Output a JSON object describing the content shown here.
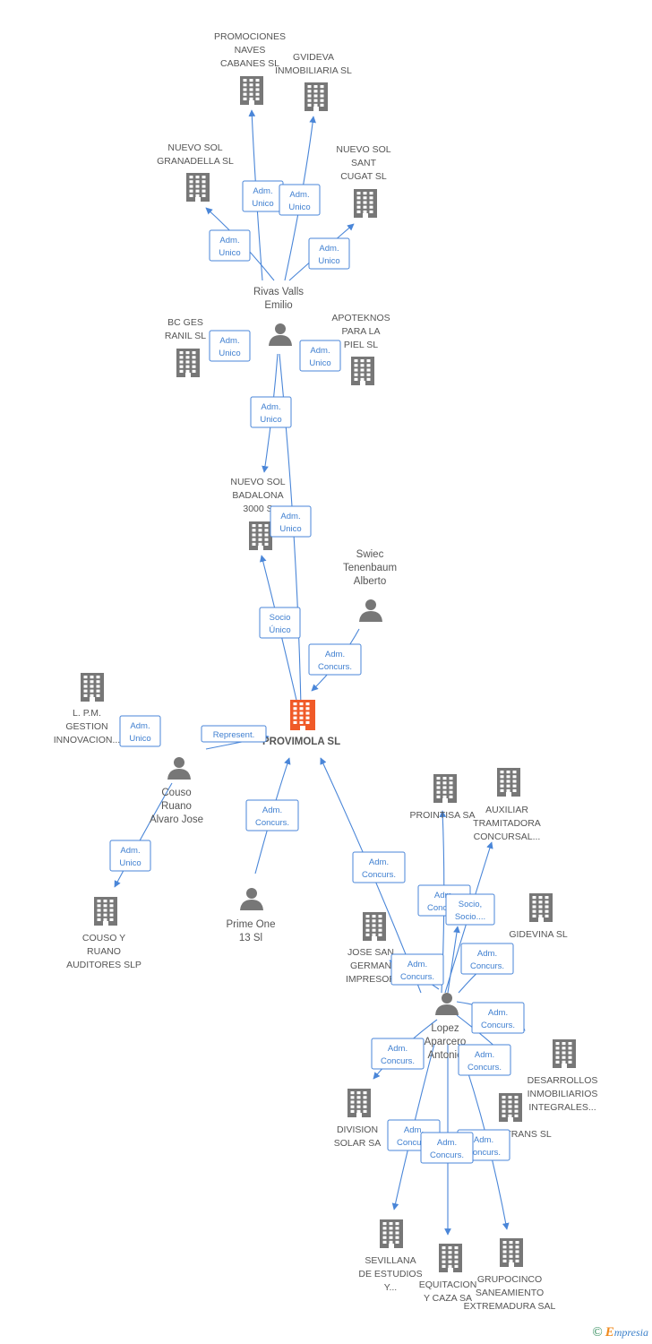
{
  "colors": {
    "edge": "#4a86d8",
    "building": "#777777",
    "main_building": "#f05a28",
    "text": "#555555"
  },
  "main_company": {
    "label": "PROVIMOLA SL"
  },
  "companies": [
    {
      "id": "promociones",
      "lines": [
        "PROMOCIONES",
        "NAVES",
        "CABANES SL"
      ]
    },
    {
      "id": "gvideva",
      "lines": [
        "GVIDEVA",
        "INMOBILIARIA SL"
      ]
    },
    {
      "id": "nuevosol_granadella",
      "lines": [
        "NUEVO SOL",
        "GRANADELLA SL"
      ]
    },
    {
      "id": "nuevosol_santcugat",
      "lines": [
        "NUEVO SOL",
        "SANT",
        "CUGAT SL"
      ]
    },
    {
      "id": "bcges",
      "lines": [
        "BC GES",
        "RANIL SL"
      ]
    },
    {
      "id": "apoteknos",
      "lines": [
        "APOTEKNOS",
        "PARA LA",
        "PIEL SL"
      ]
    },
    {
      "id": "nuevosol_badalona",
      "lines": [
        "NUEVO SOL",
        "BADALONA",
        "3000 S"
      ]
    },
    {
      "id": "lpm",
      "lines": [
        "L. P.M.",
        "GESTION",
        "INNOVACION..."
      ]
    },
    {
      "id": "couso_ruano_aud",
      "lines": [
        "COUSO Y",
        "RUANO",
        "AUDITORES SLP"
      ]
    },
    {
      "id": "prointisa",
      "lines": [
        "PROINTISA SA"
      ]
    },
    {
      "id": "auxiliar",
      "lines": [
        "AUXILIAR",
        "TRAMITADORA",
        "CONCURSAL..."
      ]
    },
    {
      "id": "gidevina",
      "lines": [
        "GIDEVINA SL"
      ]
    },
    {
      "id": "josesangerman",
      "lines": [
        "JOSE SAN",
        "GERMAN",
        "IMPRESOR"
      ]
    },
    {
      "id": "desarrollos",
      "lines": [
        "DESARROLLOS",
        "INMOBILIARIOS",
        "INTEGRALES..."
      ]
    },
    {
      "id": "division_solar",
      "lines": [
        "DIVISION",
        "SOLAR SA"
      ]
    },
    {
      "id": "trans",
      "lines": [
        "TRANS SL"
      ]
    },
    {
      "id": "sevillana",
      "lines": [
        "SEVILLANA",
        "DE ESTUDIOS",
        "Y..."
      ]
    },
    {
      "id": "equitacion",
      "lines": [
        "EQUITACION",
        "Y CAZA SA"
      ]
    },
    {
      "id": "grupocinco",
      "lines": [
        "GRUPOCINCO",
        "SANEAMIENTO",
        "EXTREMADURA SAL"
      ]
    }
  ],
  "persons": [
    {
      "id": "rivas",
      "lines": [
        "Rivas Valls",
        "Emilio"
      ]
    },
    {
      "id": "swiec",
      "lines": [
        "Swiec",
        "Tenenbaum",
        "Alberto"
      ]
    },
    {
      "id": "couso",
      "lines": [
        "Couso",
        "Ruano",
        "Alvaro Jose"
      ]
    },
    {
      "id": "primeone",
      "lines": [
        "Prime One",
        "13 Sl"
      ]
    },
    {
      "id": "lopez",
      "lines": [
        "Lopez",
        "Aparcero",
        "Antonio"
      ]
    }
  ],
  "relations": [
    {
      "id": "r1",
      "lines": [
        "Adm.",
        "Unico"
      ]
    },
    {
      "id": "r2",
      "lines": [
        "Adm.",
        "Unico"
      ]
    },
    {
      "id": "r3",
      "lines": [
        "Adm.",
        "Unico"
      ]
    },
    {
      "id": "r4",
      "lines": [
        "Adm.",
        "Unico"
      ]
    },
    {
      "id": "r5",
      "lines": [
        "Adm.",
        "Unico"
      ]
    },
    {
      "id": "r6",
      "lines": [
        "Adm.",
        "Unico"
      ]
    },
    {
      "id": "r7",
      "lines": [
        "Adm.",
        "Unico"
      ]
    },
    {
      "id": "r8",
      "lines": [
        "Adm.",
        "Unico"
      ]
    },
    {
      "id": "r9",
      "lines": [
        "Socio",
        "Único"
      ]
    },
    {
      "id": "r10",
      "lines": [
        "Adm.",
        "Concurs."
      ]
    },
    {
      "id": "r11",
      "lines": [
        "Represent."
      ]
    },
    {
      "id": "r12",
      "lines": [
        "Adm.",
        "Unico"
      ]
    },
    {
      "id": "r13",
      "lines": [
        "Adm.",
        "Unico"
      ]
    },
    {
      "id": "r14",
      "lines": [
        "Adm.",
        "Concurs."
      ]
    },
    {
      "id": "r15",
      "lines": [
        "Adm.",
        "Concurs."
      ]
    },
    {
      "id": "r16",
      "lines": [
        "Adm.",
        "Concurs."
      ]
    },
    {
      "id": "r17",
      "lines": [
        "Socio,",
        "Socio...."
      ]
    },
    {
      "id": "r18",
      "lines": [
        "Adm.",
        "Concurs."
      ]
    },
    {
      "id": "r19",
      "lines": [
        "Adm.",
        "Concurs."
      ]
    },
    {
      "id": "r20",
      "lines": [
        "Adm.",
        "Concurs."
      ]
    },
    {
      "id": "r21",
      "lines": [
        "Adm.",
        "Concurs."
      ]
    },
    {
      "id": "r22",
      "lines": [
        "Adm.",
        "Concurs."
      ]
    },
    {
      "id": "r23",
      "lines": [
        "Adm.",
        "Concurs."
      ]
    },
    {
      "id": "r24",
      "lines": [
        "Adm.",
        "Concurs."
      ]
    },
    {
      "id": "r25",
      "lines": [
        "Adm.",
        "Concurs."
      ]
    }
  ],
  "footer": {
    "copyright": "©",
    "brand_initial": "E",
    "brand_rest": "mpresia"
  }
}
